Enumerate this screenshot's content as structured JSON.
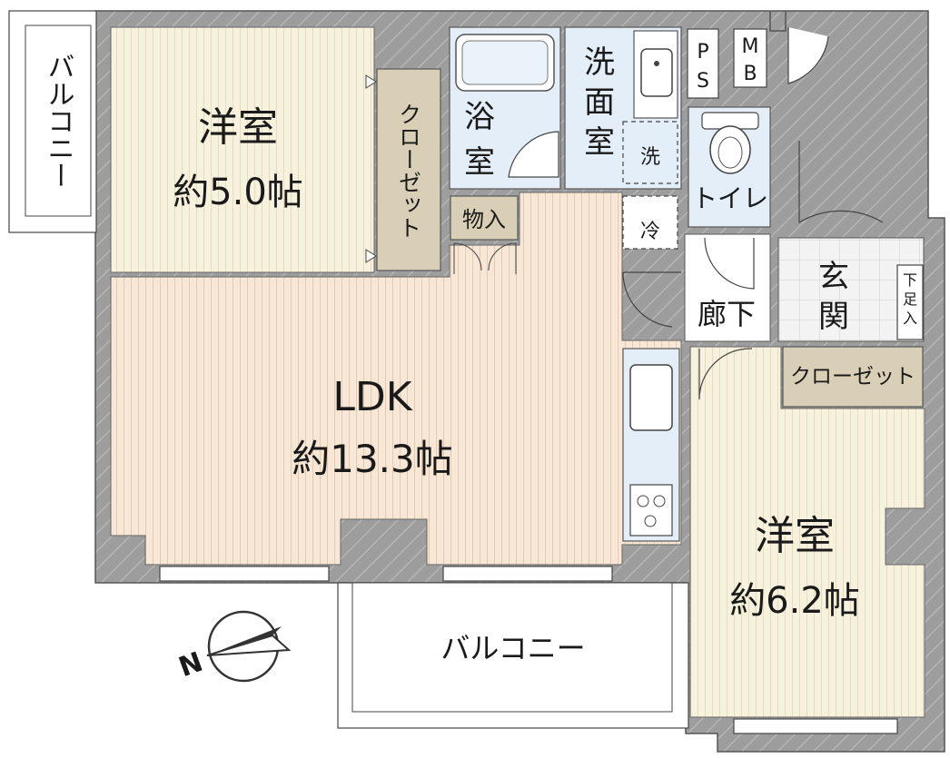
{
  "rooms": {
    "western_room_1": {
      "name": "洋室",
      "size": "約5.0帖"
    },
    "ldk": {
      "name": "LDK",
      "size": "約13.3帖"
    },
    "western_room_2": {
      "name": "洋室",
      "size": "約6.2帖"
    },
    "bathroom": {
      "line1": "浴",
      "line2": "室"
    },
    "washroom": {
      "line1": "洗",
      "line2": "面",
      "line3": "室"
    },
    "toilet": "トイレ",
    "hallway": "廊下",
    "entrance": {
      "line1": "玄",
      "line2": "関"
    },
    "storage": "物入",
    "washer": "洗",
    "fridge": "冷",
    "shoe_box": {
      "line1": "下",
      "line2": "足",
      "line3": "入"
    },
    "ps": {
      "line1": "P",
      "line2": "S"
    },
    "mb": {
      "line1": "M",
      "line2": "B"
    }
  },
  "closets": {
    "closet_1": "クローゼット",
    "closet_2": "クローゼット"
  },
  "balconies": {
    "balcony_left": "バルコニー",
    "balcony_bottom": "バルコニー"
  },
  "compass": {
    "letter": "N"
  },
  "colors": {
    "wall": "#9b9b9b",
    "floor_wood": "#f6e6d6",
    "floor_room": "#f6f1de",
    "wet_area": "#e3eef7",
    "closet": "#d9d0b8",
    "tile": "#f2f2f2",
    "line": "#333333"
  }
}
